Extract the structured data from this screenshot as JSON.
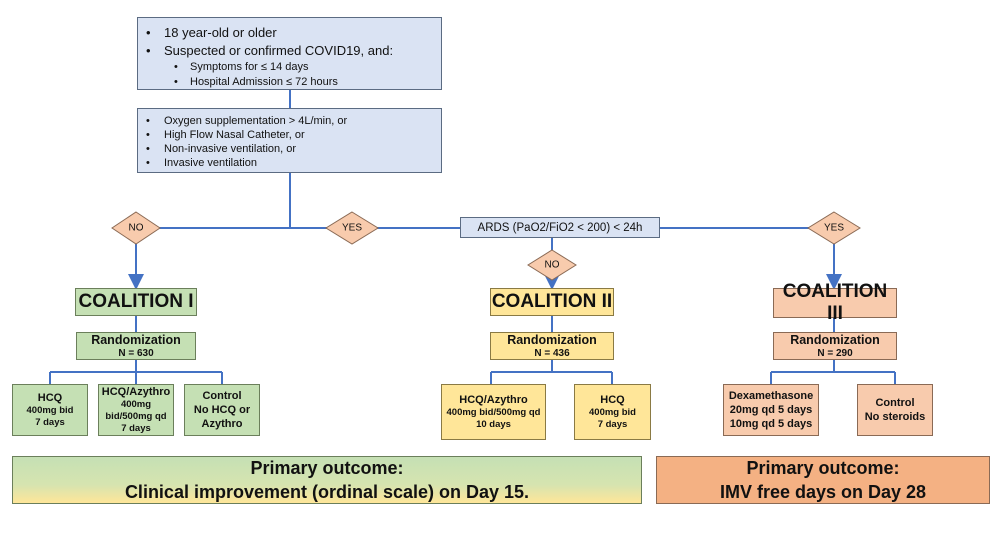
{
  "inclusion": {
    "items": [
      "18 year-old or older",
      "Suspected or confirmed COVID19, and:"
    ],
    "subitems": [
      "Symptoms for ≤ 14 days",
      "Hospital Admission ≤ 72 hours"
    ]
  },
  "oxygen": {
    "items": [
      "Oxygen supplementation > 4L/min, or",
      "High Flow Nasal Catheter, or",
      "Non-invasive ventilation, or",
      "Invasive ventilation"
    ]
  },
  "ards": {
    "label": "ARDS (PaO2/FiO2 < 200) < 24h"
  },
  "decisions": {
    "no_left": "NO",
    "yes_left": "YES",
    "no_mid": "NO",
    "yes_right": "YES"
  },
  "coalition1": {
    "title": "COALITION I",
    "rand_label": "Randomization",
    "rand_n": "N = 630",
    "arms": [
      {
        "name": "HCQ",
        "lines": [
          "400mg bid",
          "7 days"
        ]
      },
      {
        "name": "HCQ/Azythro",
        "lines": [
          "400mg",
          "bid/500mg qd",
          "7 days"
        ]
      },
      {
        "name": "Control",
        "lines": [
          "No HCQ or",
          "Azythro"
        ]
      }
    ]
  },
  "coalition2": {
    "title": "COALITION II",
    "rand_label": "Randomization",
    "rand_n": "N = 436",
    "arms": [
      {
        "name": "HCQ/Azythro",
        "lines": [
          "400mg bid/500mg qd",
          "10 days"
        ]
      },
      {
        "name": "HCQ",
        "lines": [
          "400mg bid",
          "7 days"
        ]
      }
    ]
  },
  "coalition3": {
    "title": "COALITION III",
    "rand_label": "Randomization",
    "rand_n": "N = 290",
    "arms": [
      {
        "name": "Dexamethasone",
        "lines": [
          "20mg qd 5 days",
          "10mg qd 5 days"
        ]
      },
      {
        "name": "Control",
        "lines": [
          "No steroids"
        ]
      }
    ]
  },
  "outcome_left": {
    "title": "Primary outcome:",
    "text": "Clinical improvement (ordinal scale) on Day 15."
  },
  "outcome_right": {
    "title": "Primary outcome:",
    "text": "IMV free days on Day 28"
  },
  "colors": {
    "line": "#4472c4",
    "blue_fill": "#dae3f3",
    "green_fill": "#c5e0b4",
    "yellow_fill": "#ffe699",
    "salmon_fill": "#f8cbad",
    "diamond_fill": "#f8cbad"
  }
}
